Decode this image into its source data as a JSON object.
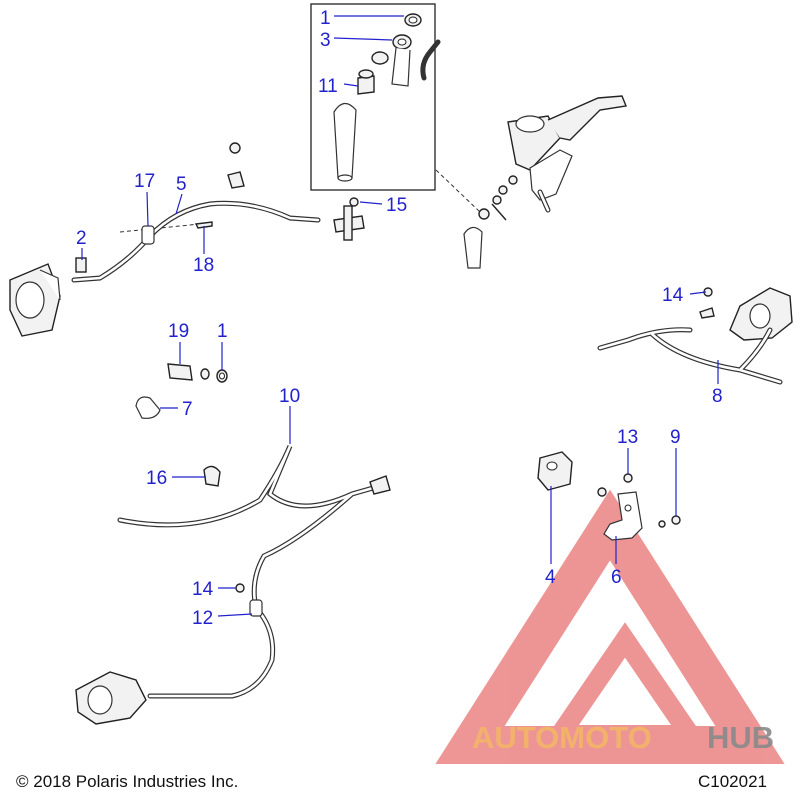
{
  "callouts": {
    "c1_top": "1",
    "c3": "3",
    "c11": "11",
    "c15": "15",
    "c17": "17",
    "c5": "5",
    "c2": "2",
    "c18": "18",
    "c14_right": "14",
    "c8": "8",
    "c19": "19",
    "c1_mid": "1",
    "c7": "7",
    "c10": "10",
    "c16": "16",
    "c13": "13",
    "c9": "9",
    "c4": "4",
    "c6": "6",
    "c14_bottom": "14",
    "c12": "12"
  },
  "watermark": {
    "part1": "AUTOMOTO",
    "part2": "HUB",
    "color_auto": "#f3b866",
    "color_hub": "#8a8a8a",
    "triangle_color": "#e04040"
  },
  "footer": {
    "copyright": "© 2018 Polaris Industries Inc.",
    "catalog_id": "C102021"
  },
  "colors": {
    "callout": "#2222cc",
    "linework": "#222222"
  }
}
